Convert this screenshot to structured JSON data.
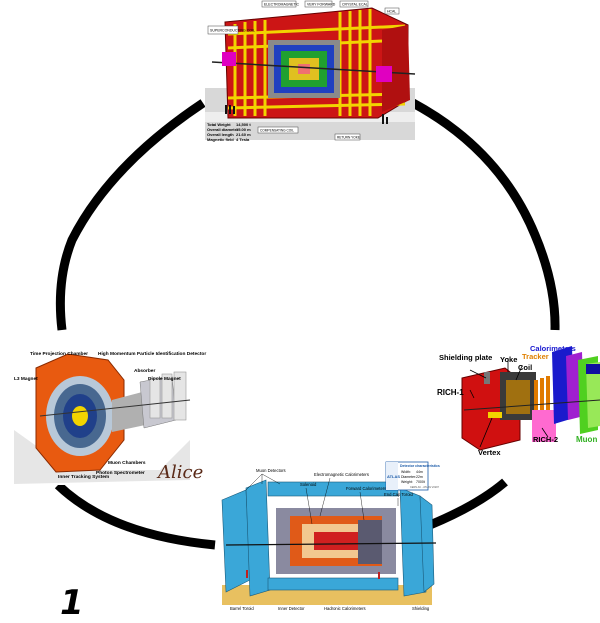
{
  "figure": {
    "number_label": "1"
  },
  "cms": {
    "top_labels": [
      "ELECTROMAGNETIC",
      "VERY FORWARD",
      "CRYSTAL ECAL",
      "HCAL"
    ],
    "left_label": "SUPERCONDUCTING COIL",
    "specs": [
      {
        "name": "Total Weight",
        "value": "14,500 t"
      },
      {
        "name": "Overall diameter",
        "value": "15.00 m"
      },
      {
        "name": "Overall length",
        "value": "21.60 m"
      },
      {
        "name": "Magnetic field",
        "value": "4 Tesla"
      }
    ],
    "bottom_labels": [
      "COMPENSATING COIL",
      "RETURN YOKE"
    ]
  },
  "lhcb": {
    "labels": {
      "shielding_plate": "Shielding plate",
      "yoke": "Yoke",
      "coil": "Coil",
      "tracker": "Tracker",
      "calorimeters": "Calorimeters",
      "rich1": "RICH-1",
      "rich2": "RICH-2",
      "vertex": "Vertex",
      "muon": "Muon"
    }
  },
  "alice": {
    "labels": {
      "tpc": "Time Projection Chamber",
      "hmpid": "High Momentum Particle Identification Detector",
      "absorber": "Absorber",
      "dipole": "Dipole Magnet",
      "l3": "L3 Magnet",
      "muon_chambers": "Muon Chambers",
      "its": "Inner Tracking System",
      "phos": "Photon Spectrometer"
    },
    "logo_text": "Alice"
  },
  "atlas": {
    "top_labels": [
      "Muon Detectors",
      "Electromagnetic Calorimeters",
      "Solenoid",
      "Forward Calorimeters",
      "End Cap Toroid"
    ],
    "info_box": {
      "logo": "ATLAS",
      "title": "Detector characteristics",
      "rows": [
        {
          "name": "Width:",
          "value": "44m"
        },
        {
          "name": "Diameter:",
          "value": "22m"
        },
        {
          "name": "Weight:",
          "value": "7000t"
        }
      ],
      "footer": "CERN AC - ATLAS V1997"
    },
    "bottom_labels": [
      "Barrel Toroid",
      "Inner Detector",
      "Hadronic Calorimeters",
      "Shielding"
    ]
  }
}
